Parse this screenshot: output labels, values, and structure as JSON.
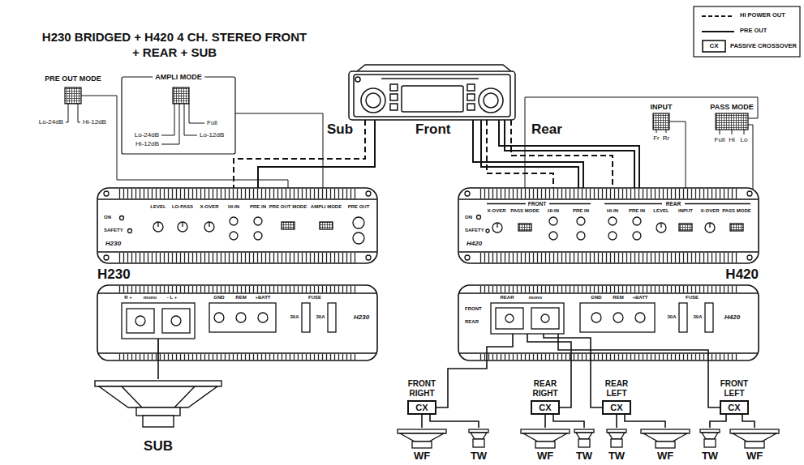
{
  "diagram": {
    "title": "H230 BRIDGED + H420 4 CH. STEREO FRONT + REAR + SUB",
    "nodes": [
      {
        "text": [
          "H230"
        ]
      },
      {
        "text": [
          "SUB"
        ]
      },
      {
        "text": [
          "H420"
        ]
      },
      {
        "text": [
          "FRONT RIGHT",
          "CX"
        ]
      },
      {
        "text": [
          "REAR RIGHT",
          "CX"
        ]
      },
      {
        "text": [
          "REAR LEFT",
          "CX"
        ]
      },
      {
        "text": [
          "FRONT LEFT",
          "CX"
        ]
      },
      {
        "text": [
          "WF"
        ]
      },
      {
        "text": [
          "TW"
        ]
      },
      {
        "text": [
          "WF"
        ]
      },
      {
        "text": [
          "TW"
        ]
      },
      {
        "text": [
          "TW"
        ]
      },
      {
        "text": [
          "WF"
        ]
      },
      {
        "text": [
          "TW"
        ]
      },
      {
        "text": [
          "WF"
        ]
      }
    ],
    "edges": [
      {
        "from": 0,
        "to": 1,
        "arrow": "none"
      },
      {
        "from": 2,
        "to": 3,
        "arrow": "none"
      },
      {
        "from": 2,
        "to": 4,
        "arrow": "none"
      },
      {
        "from": 2,
        "to": 5,
        "arrow": "none"
      },
      {
        "from": 2,
        "to": 6,
        "arrow": "none"
      },
      {
        "from": 3,
        "to": 7,
        "arrow": "none"
      },
      {
        "from": 3,
        "to": 8,
        "arrow": "none"
      },
      {
        "from": 4,
        "to": 9,
        "arrow": "none"
      },
      {
        "from": 4,
        "to": 10,
        "arrow": "none"
      },
      {
        "from": 5,
        "to": 11,
        "arrow": "none"
      },
      {
        "from": 5,
        "to": 12,
        "arrow": "none"
      },
      {
        "from": 6,
        "to": 13,
        "arrow": "none"
      },
      {
        "from": 6,
        "to": 14,
        "arrow": "none"
      }
    ],
    "labels": [
      "PRE OUT MODE",
      "AMPLI MODE",
      "Lo-24dB",
      "Hi-12dB",
      "Lo-24dB",
      "Hi-12dB",
      "Lo-12dB",
      "Full",
      "Sub",
      "Front",
      "Rear",
      "INPUT",
      "Fr",
      "Rr",
      "PASS MODE",
      "Full",
      "Hi",
      "Lo",
      "ON",
      "SAFETY",
      "H230",
      "LEVEL",
      "LO-PASS",
      "X-OVER",
      "HI-IN",
      "PRE IN",
      "PRE OUT MODE",
      "AMPLI MODE",
      "PRE OUT",
      "ON",
      "SAFETY",
      "H420",
      "FRONT",
      "REAR",
      "X-OVER",
      "PASS MODE",
      "HI-IN",
      "PRE IN",
      "HI-IN",
      "PRE IN",
      "LEVEL",
      "INPUT",
      "X-OVER",
      "PASS MODE",
      "R +",
      "mono",
      "- L +",
      "GND",
      "REM",
      "+BATT",
      "FUSE",
      "30A",
      "30A",
      "H230",
      "REAR",
      "mono",
      "FRONT",
      "REAR",
      "GND",
      "REM",
      "+BATT",
      "FUSE",
      "30A",
      "30A",
      "H420",
      "CX"
    ],
    "legend": [
      {
        "text": "HI POWER OUT"
      },
      {
        "text": "PRE OUT"
      },
      {
        "text": "PASSIVE CROSSOVER"
      }
    ]
  }
}
